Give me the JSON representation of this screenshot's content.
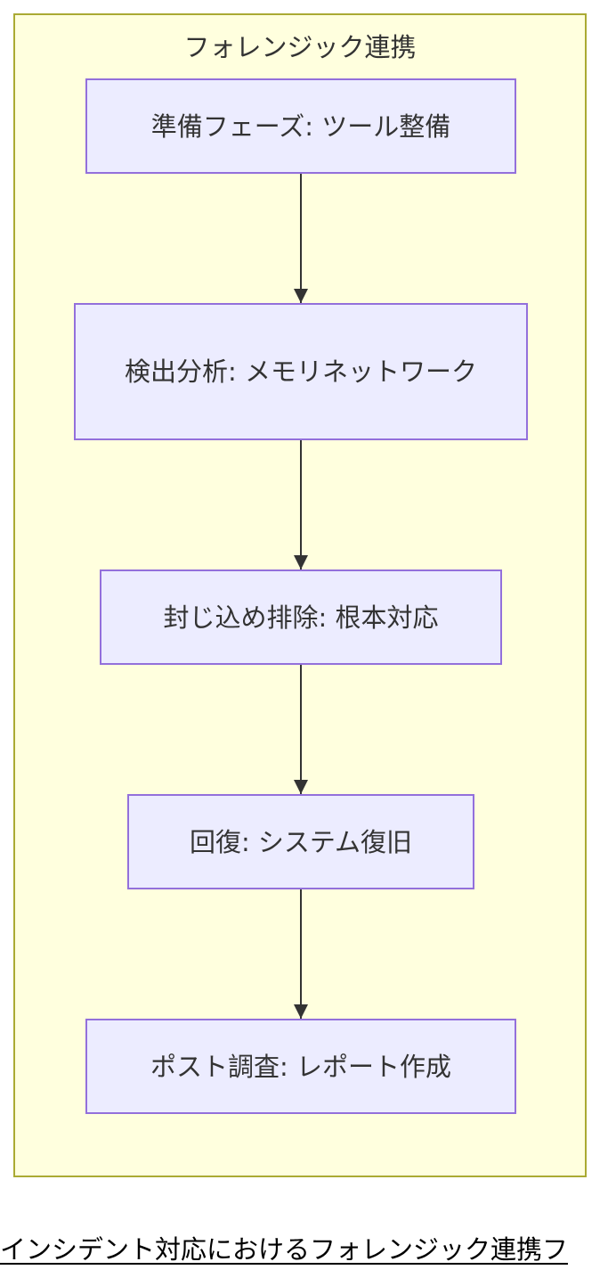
{
  "diagram": {
    "cluster_title": "フォレンジック連携",
    "nodes": [
      {
        "label": "準備フェーズ: ツール整備"
      },
      {
        "label": "検出分析: メモリネットワーク"
      },
      {
        "label": "封じ込め排除: 根本対応"
      },
      {
        "label": "回復: システム復旧"
      },
      {
        "label": "ポスト調査: レポート作成"
      }
    ],
    "edges": [
      {
        "from": 0,
        "to": 1
      },
      {
        "from": 1,
        "to": 2
      },
      {
        "from": 2,
        "to": 3
      },
      {
        "from": 3,
        "to": 4
      }
    ],
    "caption": "インシデント対応におけるフォレンジック連携フ"
  },
  "colors": {
    "cluster_fill": "#ffffde",
    "cluster_border": "#aaaa33",
    "node_fill": "#ececff",
    "node_border": "#9370db",
    "edge": "#333333",
    "text": "#333333"
  }
}
